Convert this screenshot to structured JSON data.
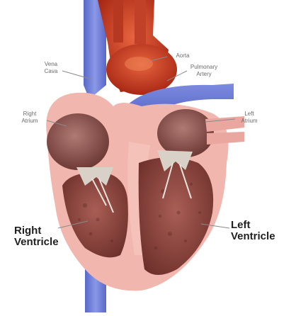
{
  "diagram": {
    "labels": {
      "superior_vena_cava": [
        "Vena",
        "Cava"
      ],
      "aorta": "Aorta",
      "pulmonary_artery": [
        "Pulmonary",
        "Artery"
      ],
      "right_atrium": [
        "Right",
        "Atrium"
      ],
      "left_atrium": [
        "Left",
        "Atrium"
      ],
      "right_ventricle": [
        "Right",
        "Ventricle"
      ],
      "left_ventricle": [
        "Left",
        "Ventricle"
      ]
    },
    "colors": {
      "vein_blue": "#6f7fd6",
      "aorta_red": "#c4361f",
      "muscle": "#8a4a45",
      "inner_chamber": "#7a3c36",
      "pericardium_pink": "#f1b6ad",
      "valve": "#d9d0c7",
      "label_gray": "#6b6b6b",
      "leader_line": "#8a8a8a"
    }
  }
}
